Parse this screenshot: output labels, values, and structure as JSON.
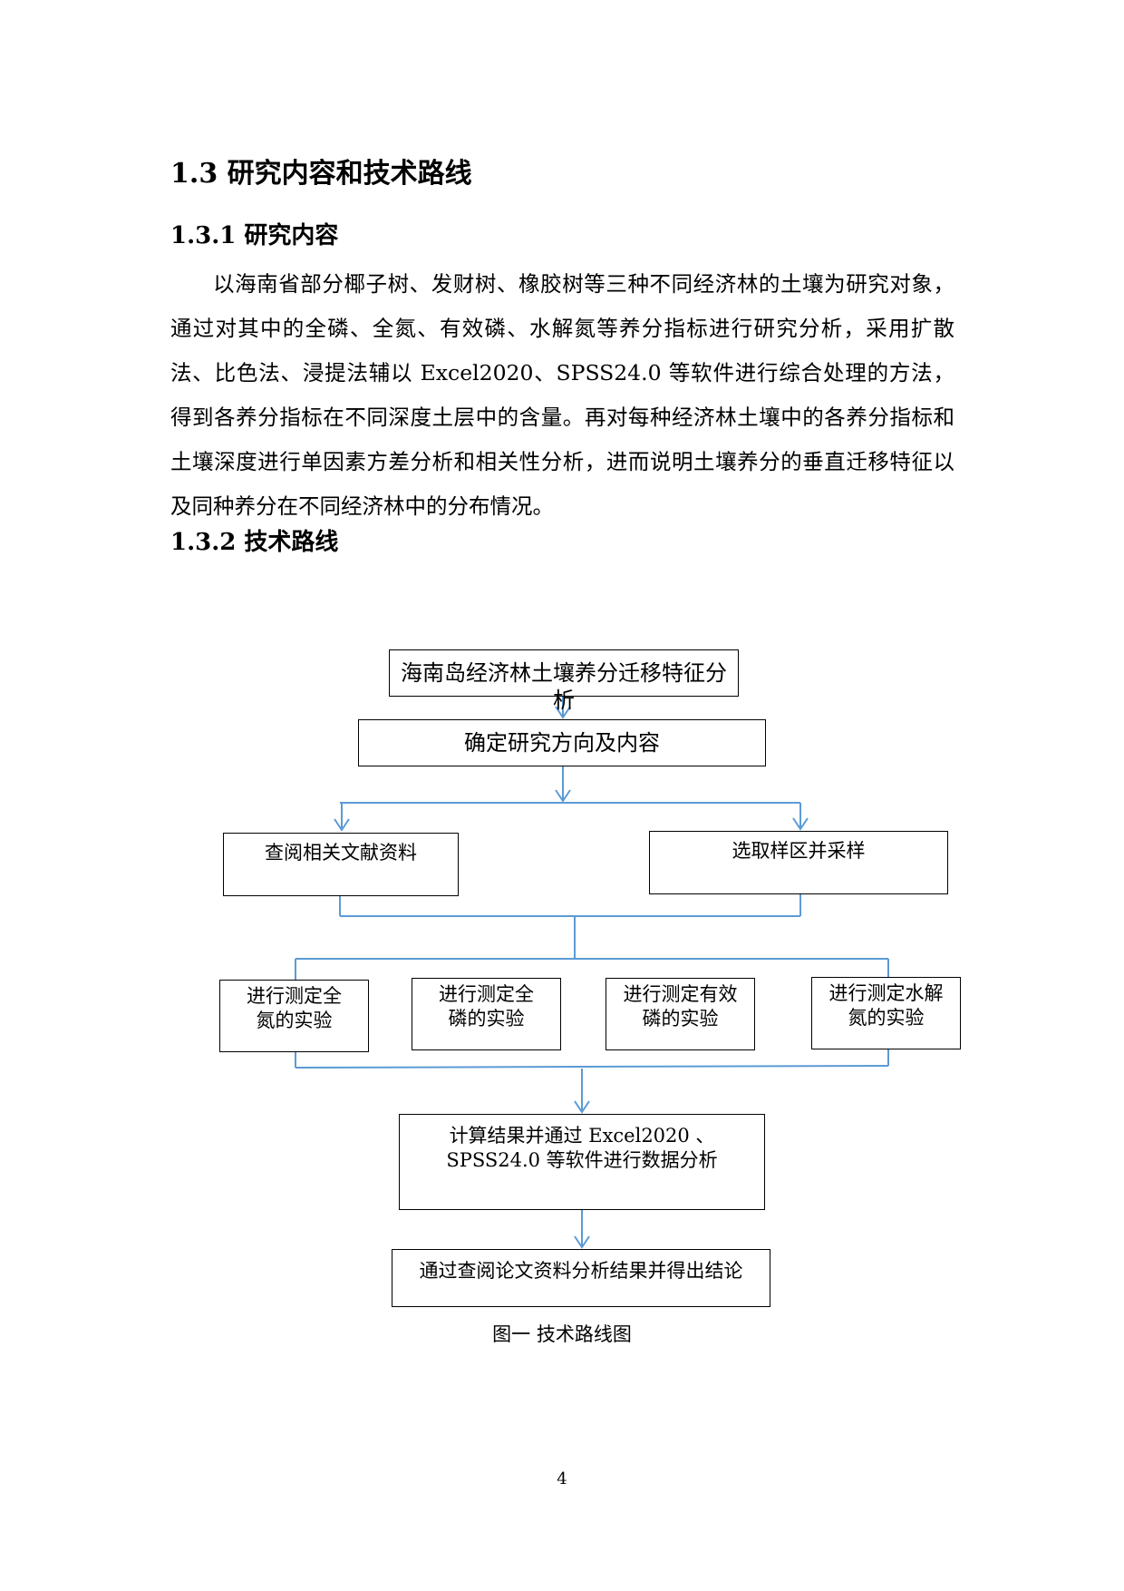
{
  "section": {
    "heading": "1.3 研究内容和技术路线",
    "sub1_heading": "1.3.1 研究内容",
    "sub1_paragraph": "以海南省部分椰子树、发财树、橡胶树等三种不同经济林的土壤为研究对象，通过对其中的全磷、全氮、有效磷、水解氮等养分指标进行研究分析，采用扩散法、比色法、浸提法辅以 Excel2020、SPSS24.0 等软件进行综合处理的方法，得到各养分指标在不同深度土层中的含量。再对每种经济林土壤中的各养分指标和土壤深度进行单因素方差分析和相关性分析，进而说明土壤养分的垂直迁移特征以及同种养分在不同经济林中的分布情况。",
    "sub2_heading": "1.3.2 技术路线"
  },
  "flowchart": {
    "top": "海南岛经济林土壤养分迁移特征分析",
    "direction": "确定研究方向及内容",
    "literature": "查阅相关文献资料",
    "sampling": "选取样区并采样",
    "exp_n": "进行测定全氮的实验",
    "exp_p": "进行测定全磷的实验",
    "exp_ap": "进行测定有效磷的实验",
    "exp_hn": "进行测定水解氮的实验",
    "analysis": "计算结果并通过 Excel2020 、 SPSS24.0 等软件进行数据分析",
    "conclusion": "通过查阅论文资料分析结果并得出结论",
    "line_color": "#5b9bd5"
  },
  "caption": "图一  技术路线图",
  "page_number": "4"
}
